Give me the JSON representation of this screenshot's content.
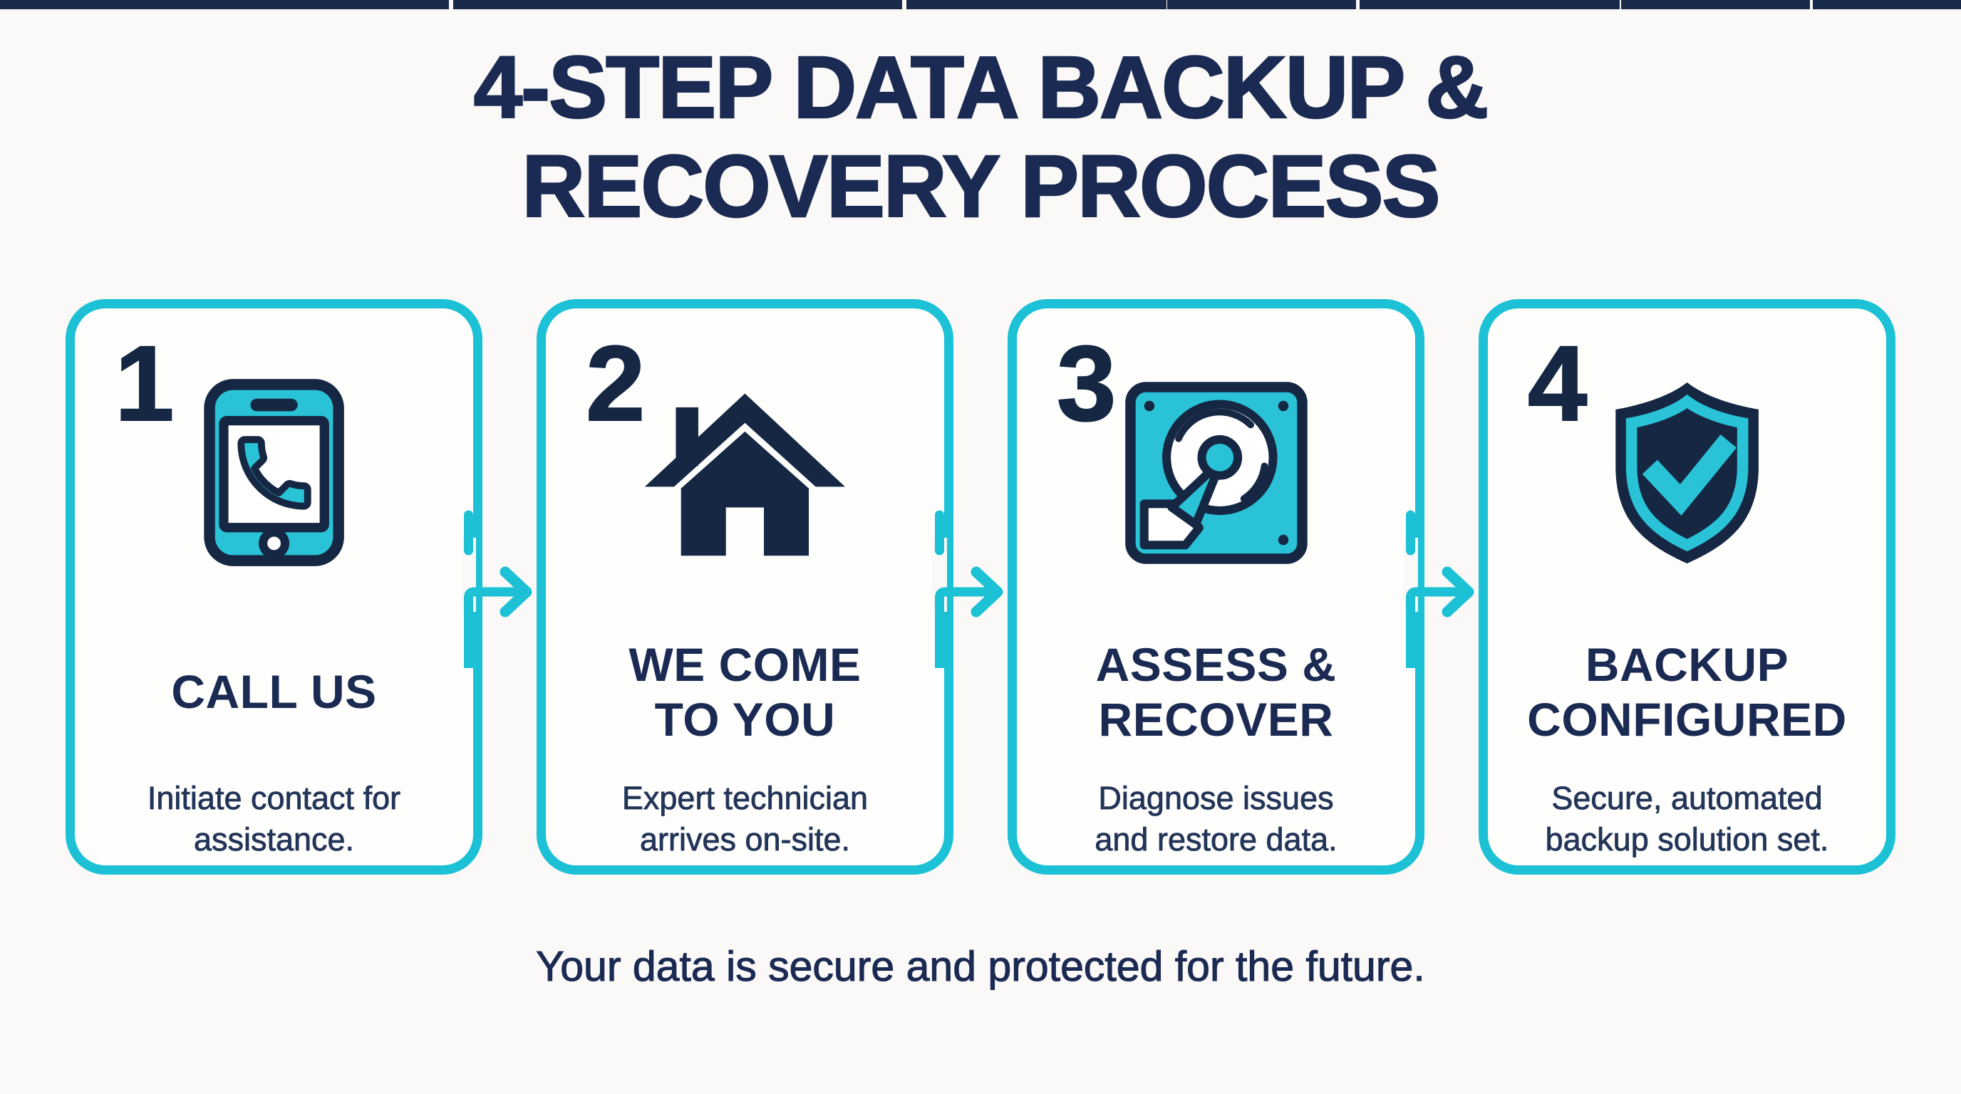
{
  "header": {
    "title": "4-STEP DATA BACKUP &\nRECOVERY PROCESS"
  },
  "steps": [
    {
      "number": "1",
      "icon": "phone-call-icon",
      "title": "CALL US",
      "description": "Initiate contact for\nassistance."
    },
    {
      "number": "2",
      "icon": "house-icon",
      "title": "WE COME\nTO YOU",
      "description": "Expert technician\narrives on-site."
    },
    {
      "number": "3",
      "icon": "hard-drive-icon",
      "title": "ASSESS &\nRECOVER",
      "description": "Diagnose issues\nand restore data."
    },
    {
      "number": "4",
      "icon": "shield-check-icon",
      "title": "BACKUP\nCONFIGURED",
      "description": "Secure, automated\nbackup solution set."
    }
  ],
  "footer": {
    "caption": "Your data is secure and protected for the future."
  },
  "colors": {
    "teal": "#1CC1D5",
    "icon_teal": "#29C2D6",
    "navy": "#1B2A52",
    "icon_navy": "#152743",
    "background": "#FAF9F7"
  }
}
